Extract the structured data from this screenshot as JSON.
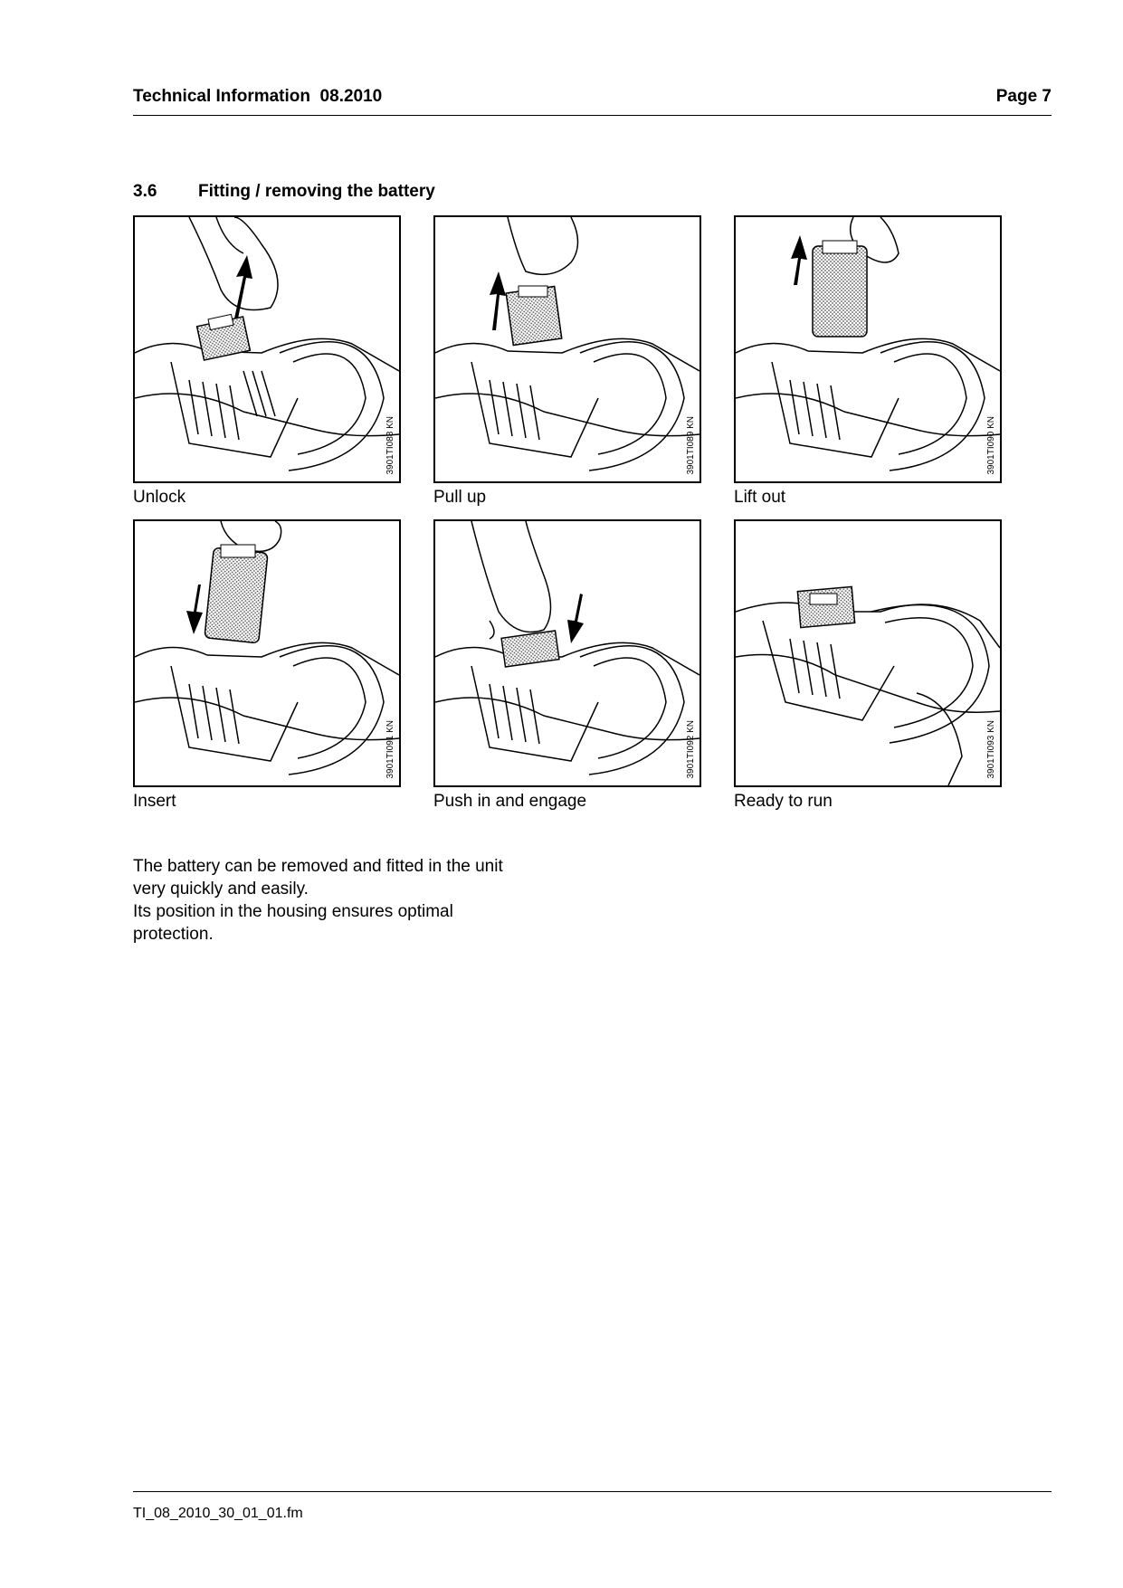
{
  "header": {
    "title": "Technical Information  08.2010",
    "page": "Page 7"
  },
  "section": {
    "number": "3.6",
    "title": "Fitting / removing the battery"
  },
  "figures": [
    {
      "caption": "Unlock",
      "code": "3901TI088 KN"
    },
    {
      "caption": "Pull up",
      "code": "3901TI089 KN"
    },
    {
      "caption": "Lift out",
      "code": "3901TI090 KN"
    },
    {
      "caption": "Insert",
      "code": "3901TI091 KN"
    },
    {
      "caption": "Push in and engage",
      "code": "3901TI092 KN"
    },
    {
      "caption": "Ready to run",
      "code": "3901TI093 KN"
    }
  ],
  "body": [
    "The battery can be removed and fitted in the unit",
    "very quickly and easily.",
    "Its position in the housing ensures optimal",
    "protection."
  ],
  "footer": {
    "filename": "TI_08_2010_30_01_01.fm"
  }
}
